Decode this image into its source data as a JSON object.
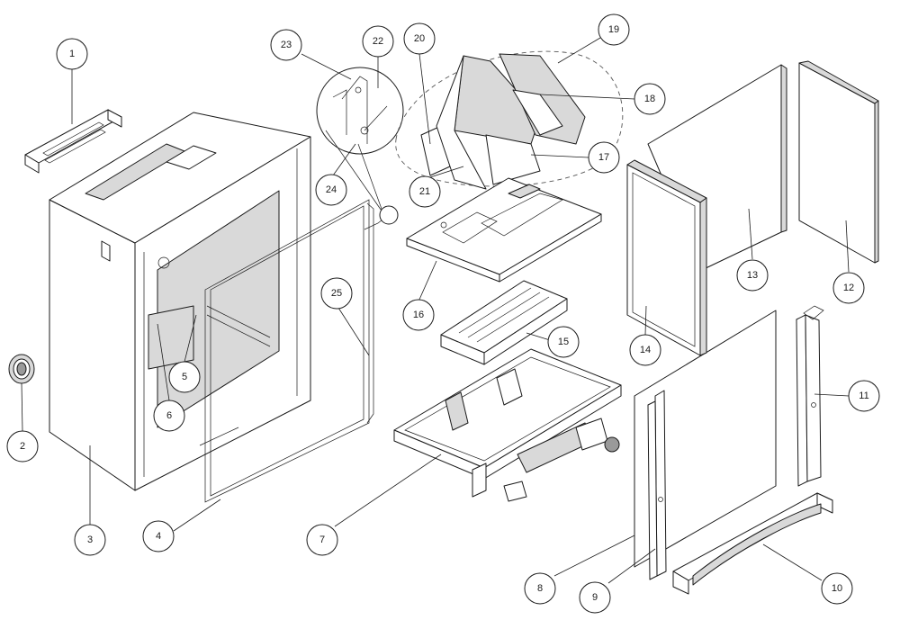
{
  "diagram": {
    "type": "exploded-assembly-drawing",
    "callouts": [
      {
        "label": "1"
      },
      {
        "label": "2"
      },
      {
        "label": "3"
      },
      {
        "label": "4"
      },
      {
        "label": "5"
      },
      {
        "label": "6"
      },
      {
        "label": "7"
      },
      {
        "label": "8"
      },
      {
        "label": "9"
      },
      {
        "label": "10"
      },
      {
        "label": "11"
      },
      {
        "label": "12"
      },
      {
        "label": "13"
      },
      {
        "label": "14"
      },
      {
        "label": "15"
      },
      {
        "label": "16"
      },
      {
        "label": "17"
      },
      {
        "label": "18"
      },
      {
        "label": "19"
      },
      {
        "label": "20"
      },
      {
        "label": "21"
      },
      {
        "label": "22"
      },
      {
        "label": "23"
      },
      {
        "label": "24"
      },
      {
        "label": "25"
      }
    ]
  }
}
